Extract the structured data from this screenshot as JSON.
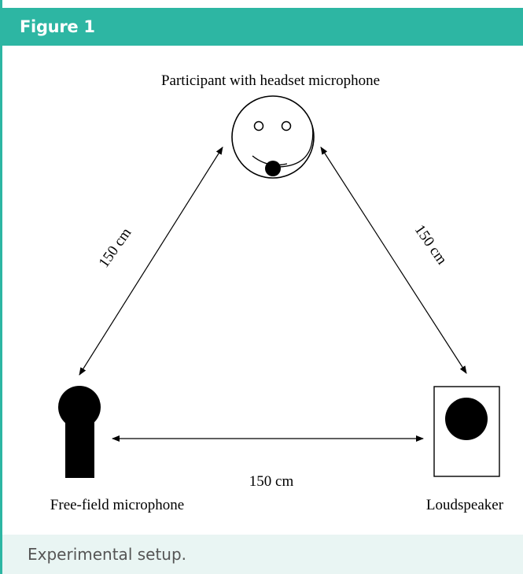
{
  "figure": {
    "title": "Figure 1",
    "caption": "Experimental setup.",
    "accent_color": "#2db6a3",
    "caption_bg_color": "#e9f5f3"
  },
  "diagram": {
    "participant_label": "Participant with headset microphone",
    "distance_left_label": "150 cm",
    "distance_right_label": "150 cm",
    "distance_bottom_label": "150 cm",
    "microphone_label": "Free-field microphone",
    "loudspeaker_label": "Loudspeaker"
  }
}
